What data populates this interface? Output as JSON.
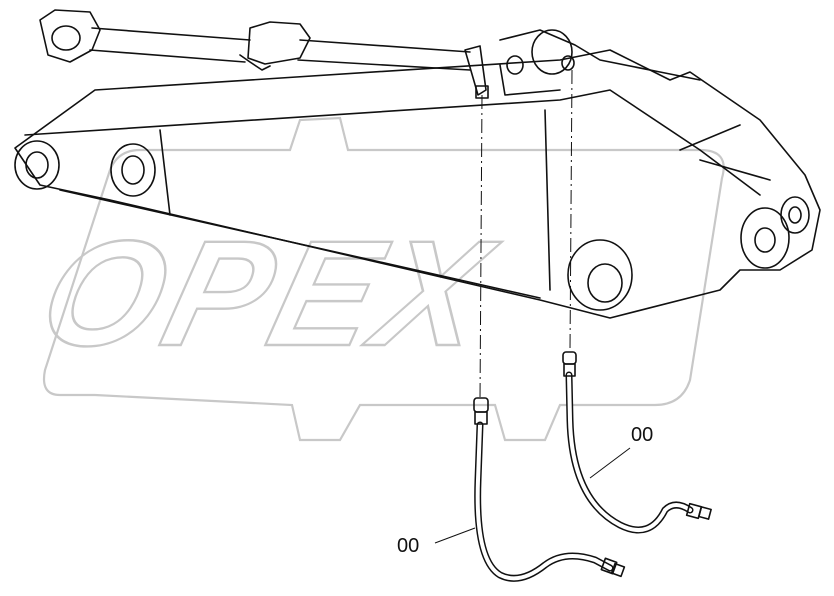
{
  "watermark": {
    "text": "OPEX",
    "color": "#c8c8c8"
  },
  "callouts": [
    {
      "id": "upper-right-hose",
      "text": "00"
    },
    {
      "id": "lower-left-hose",
      "text": "00"
    }
  ],
  "colors": {
    "line": "#111111",
    "background": "#ffffff"
  }
}
